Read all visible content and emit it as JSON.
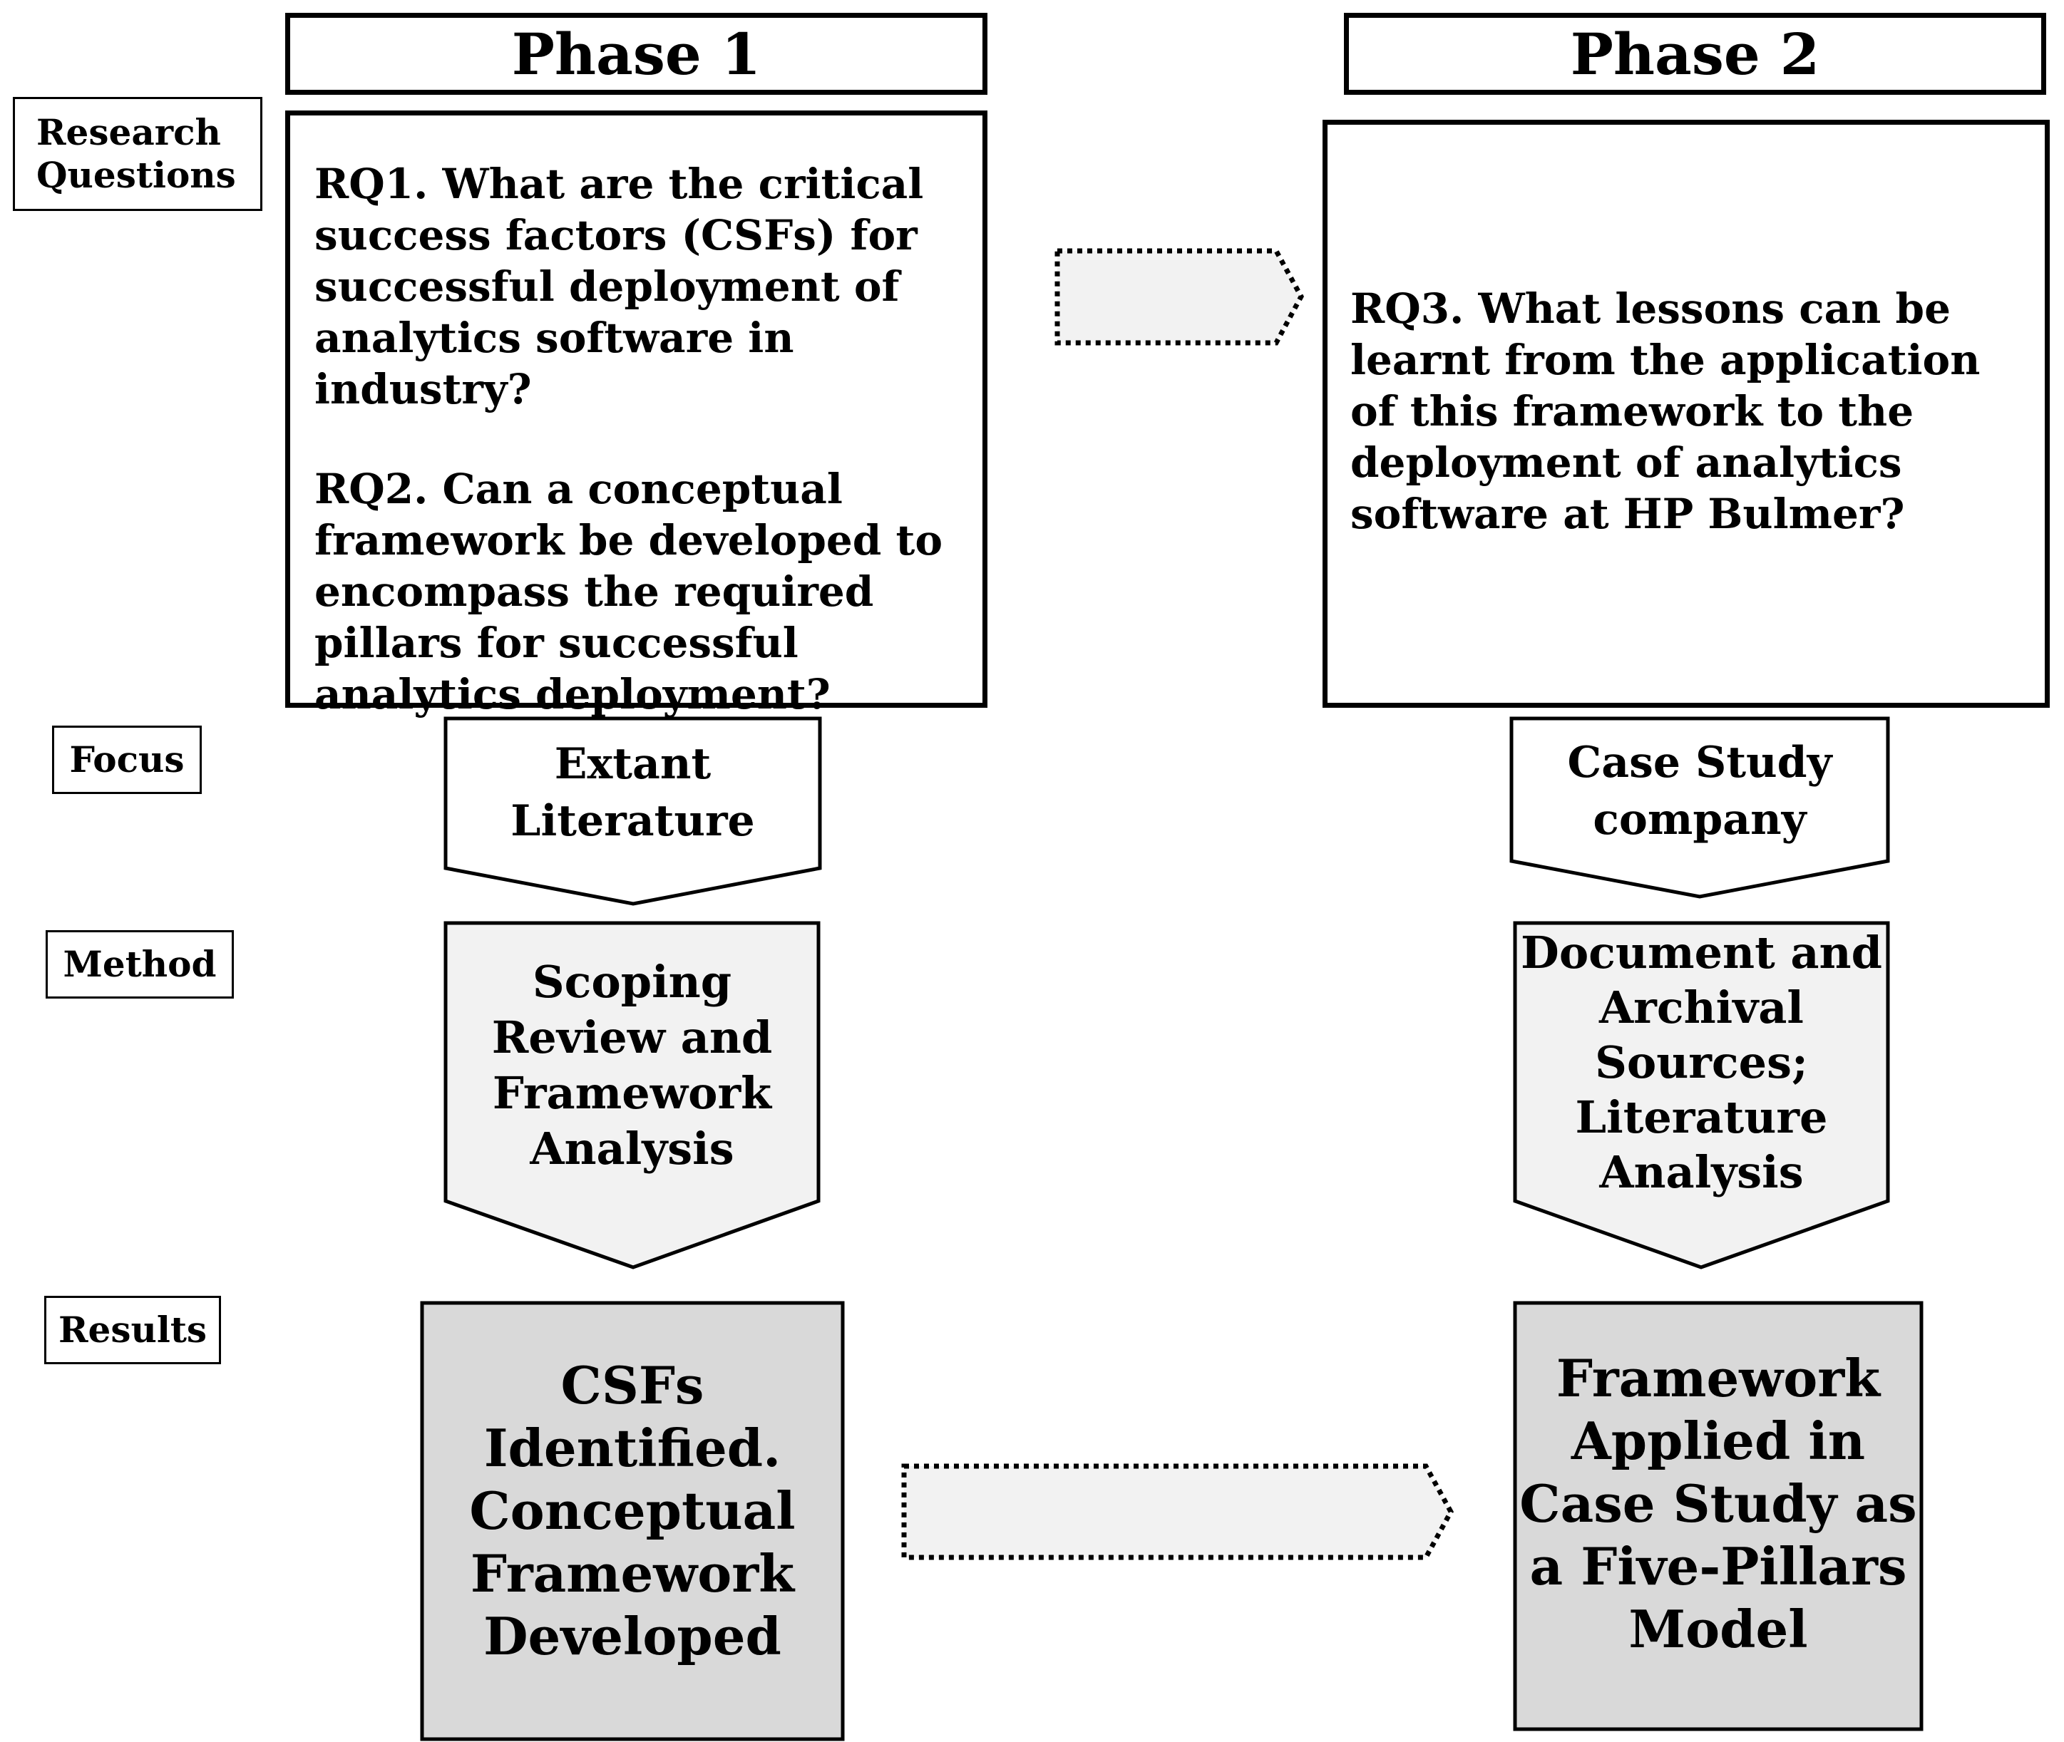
{
  "row_labels": {
    "research_questions": "Research\nQuestions",
    "focus": "Focus",
    "method": "Method",
    "results": "Results"
  },
  "phase1": {
    "title": "Phase 1",
    "rq1": "RQ1. What are the critical success factors (CSFs) for successful deployment of analytics software in industry?",
    "rq2": "RQ2. Can a conceptual framework be developed to encompass the required pillars for successful analytics deployment?",
    "focus": "Extant\nLiterature",
    "method": "Scoping\nReview and\nFramework\nAnalysis",
    "results": "CSFs\nIdentified.\nConceptual\nFramework\nDeveloped"
  },
  "phase2": {
    "title": "Phase 2",
    "rq3": "RQ3. What lessons can be learnt from the application of this framework to the deployment of analytics software at HP Bulmer?",
    "focus": "Case Study\ncompany",
    "method": "Document and\nArchival\nSources;\nLiterature\nAnalysis",
    "results": "Framework\nApplied in\nCase Study as\na Five-Pillars\nModel"
  },
  "colors": {
    "method_fill": "#f2f2f2",
    "results_fill": "#d9d9d9",
    "arrow_fill": "#f2f2f2",
    "stroke": "#000000"
  }
}
